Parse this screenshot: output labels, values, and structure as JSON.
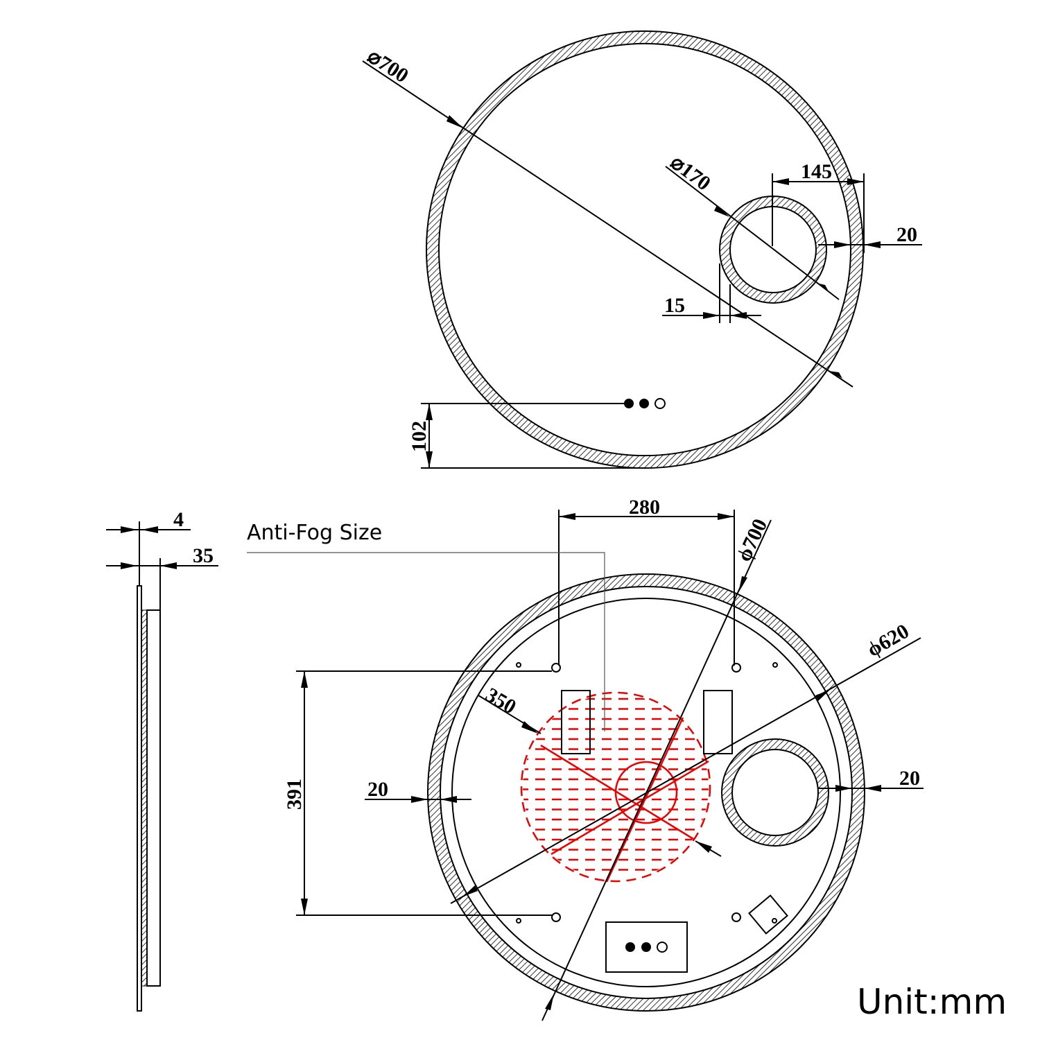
{
  "front_view": {
    "diameter_label": "⌀700",
    "small_mirror_diameter_label": "⌀170",
    "offset_label": "145",
    "edge_gap_label": "20",
    "ring_width_label": "15",
    "button_height_label": "102"
  },
  "back_view": {
    "bracket_spacing_label": "280",
    "outer_diameter_label": "ϕ700",
    "inner_diameter_label": "ϕ620",
    "antifog_diameter_label": "350",
    "left_gap_label": "20",
    "right_gap_label": "20",
    "bracket_vertical_label": "391",
    "antifog_label": "Anti-Fog Size"
  },
  "side_view": {
    "glass_thickness_label": "4",
    "depth_label": "35"
  },
  "unit_label": "Unit:mm",
  "colors": {
    "line": "#000000",
    "antifog": "#ee0000"
  }
}
